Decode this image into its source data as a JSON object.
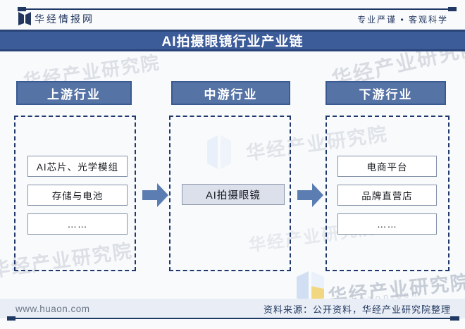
{
  "brand": {
    "logo_text": "华经情报网",
    "tagline": "专业严谨 • 客观科学"
  },
  "title": "AI拍摄眼镜行业产业链",
  "chain": {
    "columns": [
      {
        "id": "upstream",
        "header": "上游行业",
        "items": [
          "AI芯片、光学模组",
          "存储与电池",
          "……"
        ]
      },
      {
        "id": "midstream",
        "header": "中游行业",
        "items": [
          "AI拍摄眼镜"
        ]
      },
      {
        "id": "downstream",
        "header": "下游行业",
        "items": [
          "电商平台",
          "品牌直营店",
          "……"
        ]
      }
    ]
  },
  "footer": {
    "website": "www.huaon.com",
    "source": "资料来源：公开资料，华经产业研究院整理"
  },
  "watermark": {
    "text": "华经产业研究院",
    "url": "www.huaon.com"
  },
  "colors": {
    "title_bar": "#3c5b99",
    "column_header": "#5673a5",
    "column_header_border": "#3a5a94",
    "dashed_border": "#20386b",
    "arrow": "#5b7db1",
    "rule_navy": "#1f3864",
    "footer_strip": "#e9eef6",
    "mid_box_fill": "#dce0eb",
    "page_background": "#f8fafc"
  }
}
